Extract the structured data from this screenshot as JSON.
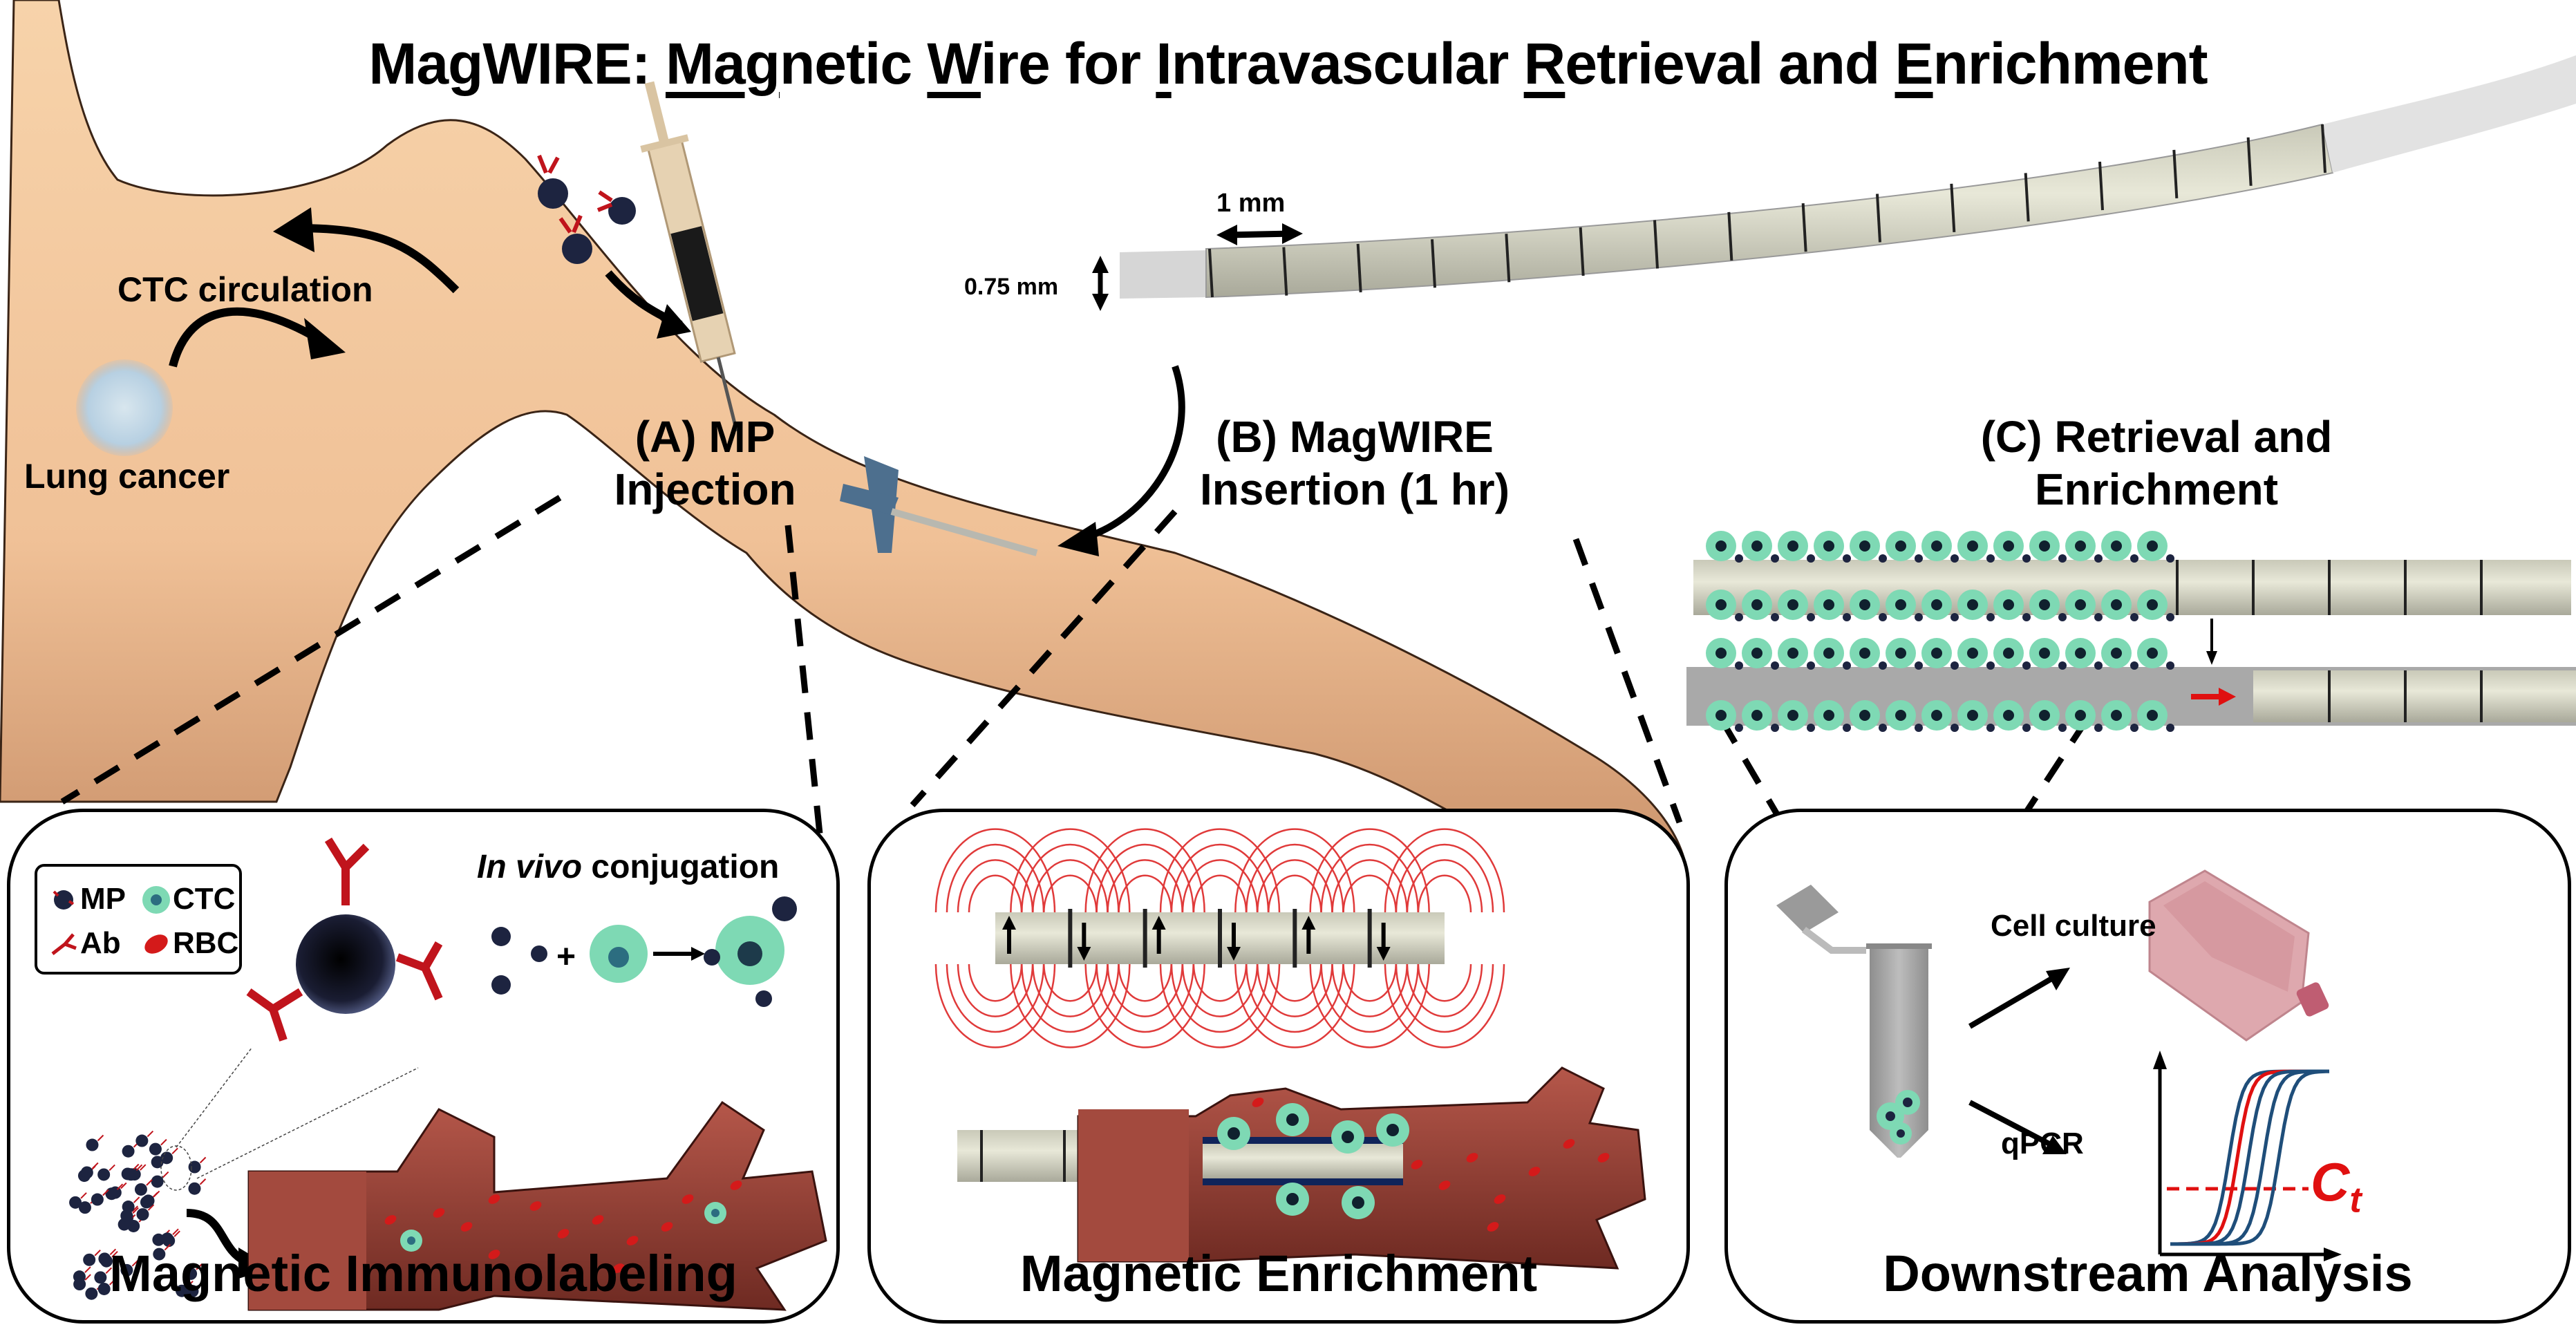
{
  "title": {
    "prefix": "MagWIRE: ",
    "segments": [
      {
        "text": "Mag",
        "underline": true
      },
      {
        "text": "netic ",
        "underline": false
      },
      {
        "text": "W",
        "underline": true
      },
      {
        "text": "ire for ",
        "underline": false
      },
      {
        "text": "I",
        "underline": true
      },
      {
        "text": "ntravascular ",
        "underline": false
      },
      {
        "text": "R",
        "underline": true
      },
      {
        "text": "etrieval and ",
        "underline": false
      },
      {
        "text": "E",
        "underline": true
      },
      {
        "text": "nrichment",
        "underline": false
      }
    ]
  },
  "anatomy": {
    "ctc_circulation": "CTC circulation",
    "lung_cancer": "Lung cancer"
  },
  "steps": {
    "a": {
      "line1": "(A) MP",
      "line2": "Injection"
    },
    "b": {
      "line1": "(B) MagWIRE",
      "line2": "Insertion (1 hr)"
    },
    "c": {
      "line1": "(C) Retrieval and",
      "line2": "Enrichment"
    }
  },
  "wire_dimensions": {
    "length_label": "1 mm",
    "diameter_label": "0.75 mm"
  },
  "panels": {
    "immunolabeling": {
      "title": "Magnetic Immunolabeling",
      "conjugation_italic": "In vivo",
      "conjugation_rest": " conjugation",
      "legend": [
        {
          "symbol": "mp-icon",
          "label": "MP"
        },
        {
          "symbol": "ctc-icon",
          "label": "CTC"
        },
        {
          "symbol": "antibody-icon",
          "label": "Ab"
        },
        {
          "symbol": "rbc-icon",
          "label": "RBC"
        }
      ]
    },
    "enrichment": {
      "title": "Magnetic Enrichment",
      "magnet_polarities": [
        "up",
        "down",
        "up",
        "down",
        "up",
        "down"
      ]
    },
    "analysis": {
      "title": "Downstream Analysis",
      "branch_top": "Cell culture",
      "branch_bottom": "qPCR",
      "threshold_label_main": "C",
      "threshold_label_sub": "t"
    }
  },
  "colors": {
    "skin": "#f2c9a0",
    "skin_shadow": "#c8906a",
    "ctc_green": "#7ed9b4",
    "mp_dark": "#1d2440",
    "antibody_red": "#c0141c",
    "vessel": "#a8473c",
    "wire": "#dcdccc",
    "field_line": "#e03a3a",
    "qpcr_blue": "#1f4e7a",
    "qpcr_red": "#e01010",
    "flask": "#d99aa0"
  }
}
